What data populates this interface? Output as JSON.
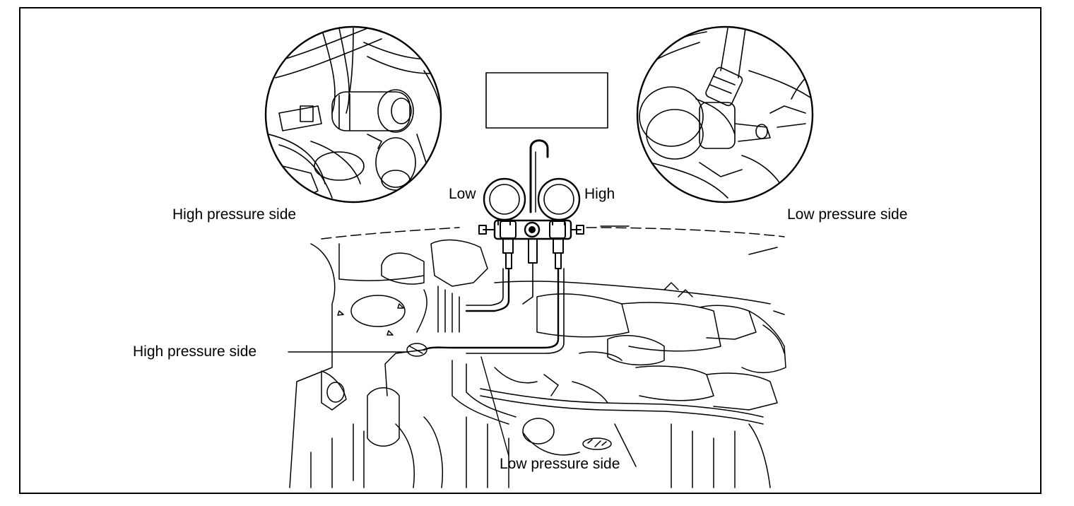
{
  "labels": {
    "high_pressure_side_top": "High pressure side",
    "low_pressure_side_top": "Low pressure side",
    "low_gauge": "Low",
    "high_gauge": "High",
    "high_pressure_side_engine": "High pressure side",
    "low_pressure_side_engine": "Low pressure side"
  },
  "colors": {
    "line": "#000000",
    "background": "#ffffff"
  },
  "icons": {
    "manifold": "manifold-gauge-set-icon",
    "engine": "engine-bay-illustration",
    "detail_high": "high-pressure-port-detail",
    "detail_low": "low-pressure-port-detail"
  }
}
